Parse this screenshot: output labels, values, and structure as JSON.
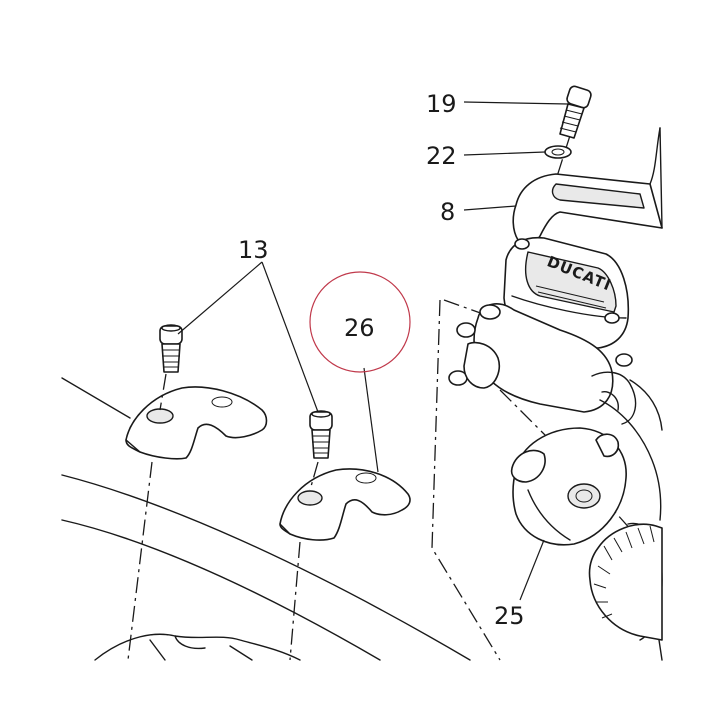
{
  "diagram": {
    "callouts": {
      "c19": "19",
      "c22": "22",
      "c8": "8",
      "c13": "13",
      "c26": "26",
      "c25": "25"
    },
    "logo_text": "DUCATI",
    "highlight_color": "#c0394b",
    "line_color": "#1a1a1a"
  }
}
